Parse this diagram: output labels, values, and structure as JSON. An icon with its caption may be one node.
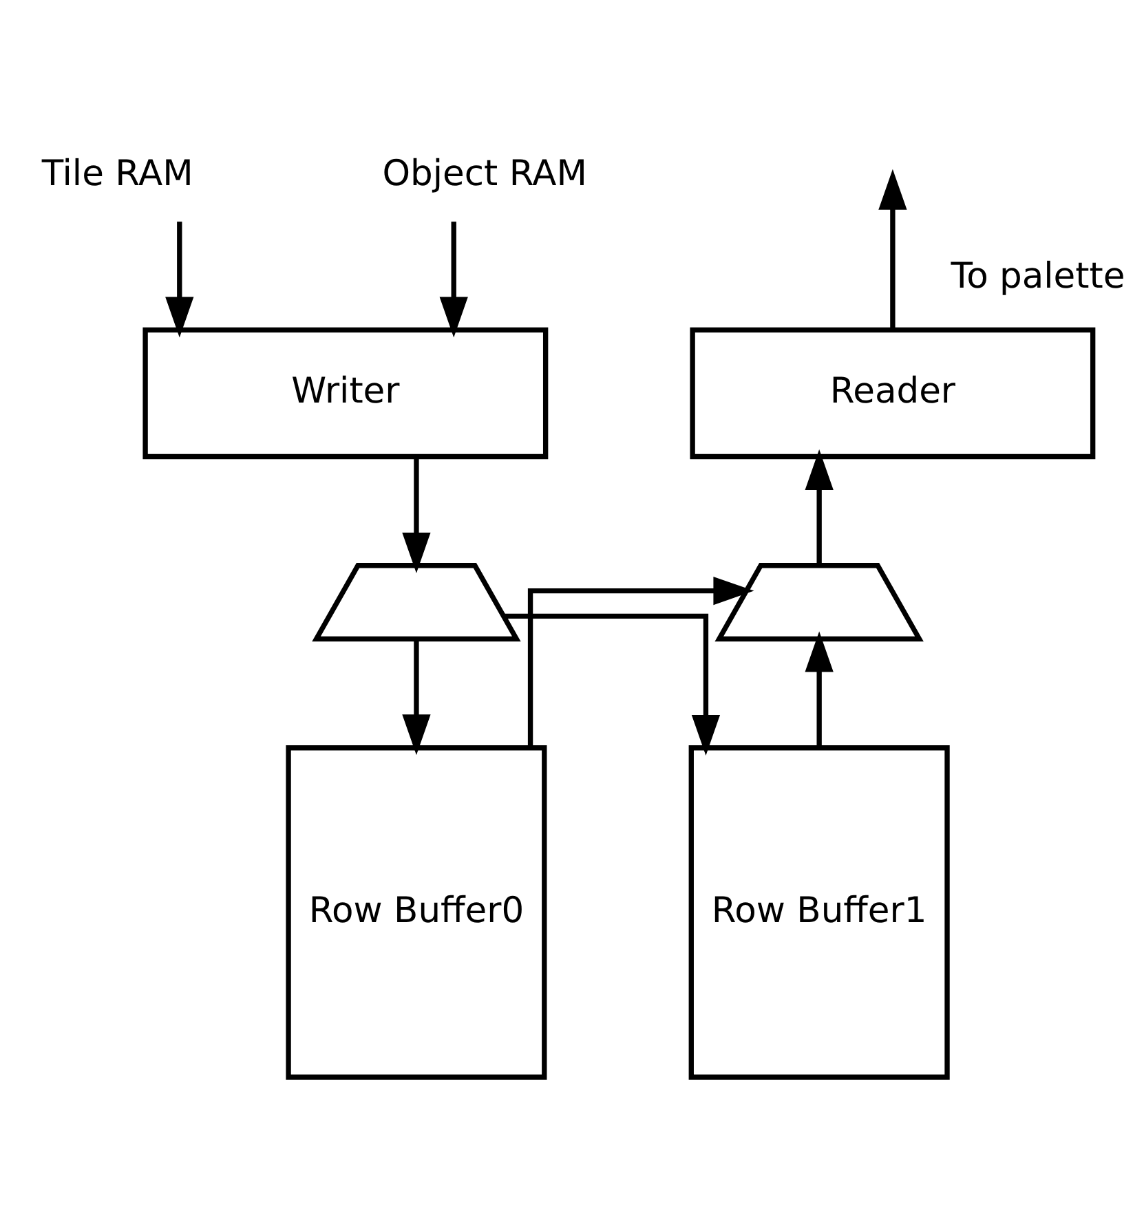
{
  "diagram": {
    "nodes": [
      {
        "text": [
          "Object RAM"
        ]
      },
      {
        "text": [
          "Tile RAM"
        ]
      },
      {
        "text": [
          "Writer"
        ]
      },
      {
        "text": [
          "Reader"
        ]
      },
      {
        "text": [],
        "shape": "trapezium"
      },
      {
        "text": [],
        "shape": "trapezium"
      },
      {
        "text": [
          "Row Buffer0"
        ]
      },
      {
        "text": [
          "Row Buffer1"
        ]
      }
    ],
    "edges": [
      {
        "from": 0,
        "to": 2,
        "arrow": "to"
      },
      {
        "from": 1,
        "to": 2,
        "arrow": "to"
      },
      {
        "from": 3,
        "to": null,
        "arrow": "to",
        "label": "To palette"
      },
      {
        "from": 2,
        "to": 4,
        "arrow": "to"
      },
      {
        "from": 4,
        "to": 6,
        "arrow": "to"
      },
      {
        "from": 4,
        "to": 7,
        "arrow": "to"
      },
      {
        "from": 5,
        "to": 3,
        "arrow": "to"
      },
      {
        "from": 7,
        "to": 5,
        "arrow": "to"
      },
      {
        "from": 6,
        "to": 5,
        "arrow": "to"
      }
    ]
  }
}
